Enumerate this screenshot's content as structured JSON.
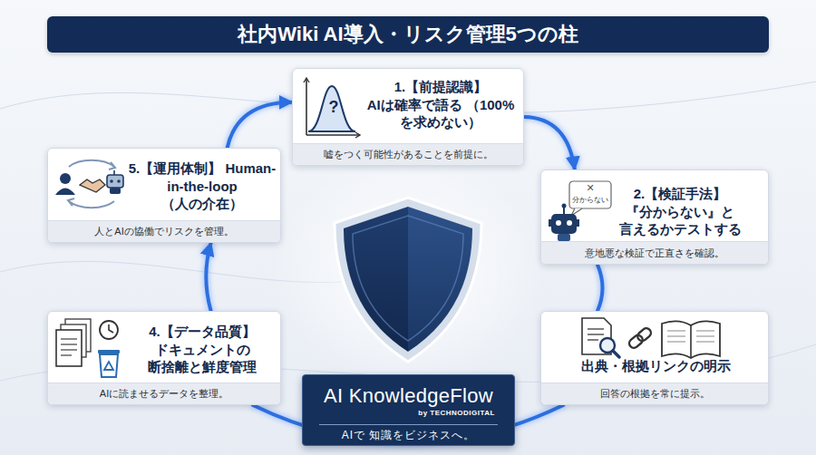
{
  "diagram": {
    "title": "社内Wiki AI導入・リスク管理5つの柱",
    "nodes": [
      {
        "text": [
          "1.【前提認識】 AIは確率で語る （100%を求めない）",
          "嘘をつく可能性があることを前提に。"
        ]
      },
      {
        "text": [
          "2.【検証手法】 『分からない』と 言えるかテストする",
          "意地悪な検証で正直さを確認。"
        ]
      },
      {
        "text": [
          "出典・根拠リンクの明示",
          "回答の根拠を常に提示。"
        ]
      },
      {
        "text": [
          "4.【データ品質】 ドキュメントの 断捨離と鮮度管理",
          "AIに読ませるデータを整理。"
        ]
      },
      {
        "text": [
          "5.【運用体制】 Human-in-the-loop （人の介在）",
          "人とAIの協働でリスクを管理。"
        ]
      },
      {
        "text": [
          "AI KnowledgeFlow",
          "by TECHNODIGITAL",
          "AIで 知識をビジネスへ。"
        ]
      }
    ],
    "edges": [
      {
        "from": 0,
        "to": 1,
        "arrow": "to"
      },
      {
        "from": 1,
        "to": 2,
        "arrow": "none"
      },
      {
        "from": 2,
        "to": 3,
        "arrow": "none"
      },
      {
        "from": 3,
        "to": 4,
        "arrow": "to"
      },
      {
        "from": 4,
        "to": 0,
        "arrow": "to"
      }
    ],
    "labels": [
      "?",
      "✕",
      "分からない"
    ]
  }
}
